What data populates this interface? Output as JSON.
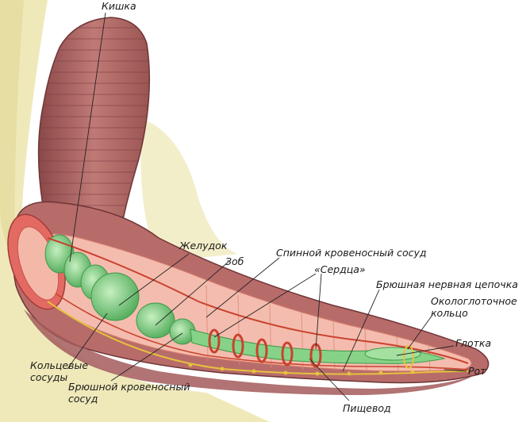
{
  "labels": {
    "kishka": "Кишка",
    "zheludok": "Желудок",
    "zob": "Зоб",
    "spinnoy": "Спинной кровеносный сосуд",
    "serdtsa": "«Сердца»",
    "bryushnaya_tsepochka": "Брюшная нервная цепочка",
    "okologlotochnoe": "Окологлоточное кольцо",
    "glotka": "Глотка",
    "rot": "Рот",
    "koltsevye": "Кольцевые сосуды",
    "bryushnoy_sosud": "Брюшной кровеносный сосуд",
    "pishchevod": "Пищевод"
  },
  "colors": {
    "skin": "#b9706e",
    "skin_dark": "#8e4a4c",
    "flesh": "#f2b7a8",
    "gut": "#7fcf82",
    "gut_dark": "#3f9a4a",
    "vessel": "#c9432e",
    "nerve": "#e6c23c",
    "soil": "#e9e2a8"
  }
}
